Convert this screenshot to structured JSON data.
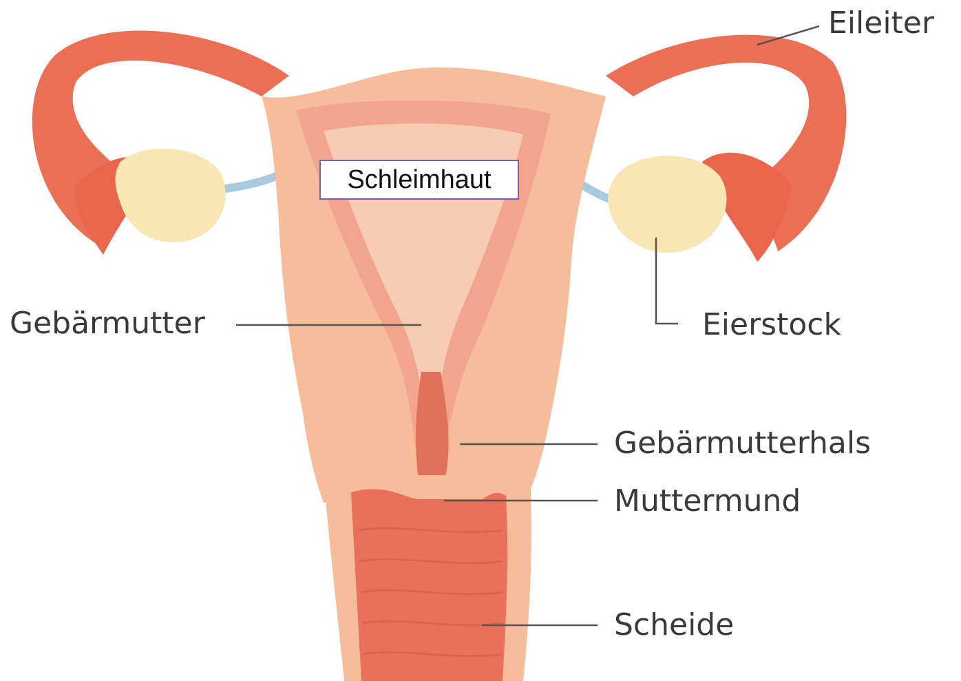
{
  "labels": {
    "eileiter": "Eileiter",
    "schleimhaut": "Schleimhaut",
    "gebaermutter": "Gebärmutter",
    "eierstock": "Eierstock",
    "gebaermutterhals": "Gebärmutterhals",
    "muttermund": "Muttermund",
    "scheide": "Scheide"
  },
  "colors": {
    "tube": "#ea6f55",
    "uterus_wall": "#f6bd9a",
    "endometrium": "#f2a58c",
    "cavity": "#f8cbb5",
    "vagina": "#e9705a",
    "ovary": "#f8e6b4",
    "ligament": "#a9c9de",
    "leader": "#555555",
    "box_border": "#7b5ea7"
  }
}
